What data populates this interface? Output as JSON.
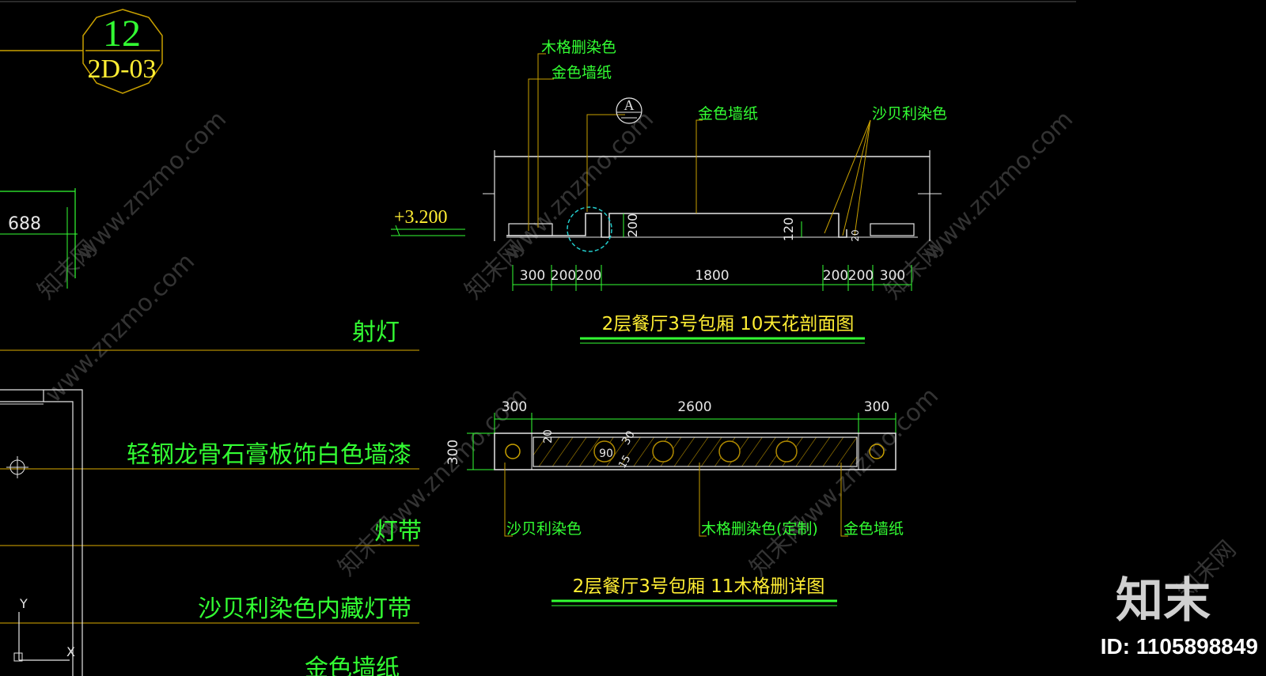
{
  "colors": {
    "background": "#000000",
    "green_text": "#33ff33",
    "yellow_text": "#ffee33",
    "white_line": "#e6e6e6",
    "gold_line": "#c8a000",
    "watermark": "#3a3a3a",
    "cyan": "#22cccc"
  },
  "sheet_tag": {
    "number": "12",
    "code": "2D-03"
  },
  "left_dimension": "688",
  "left_labels": {
    "spotlight": "射灯",
    "gypsum": "轻钢龙骨石膏板饰白色墙漆",
    "light_strip": "灯带",
    "sapele_strip": "沙贝利染色内藏灯带",
    "gold_wallpaper": "金色墙纸"
  },
  "axis": {
    "y": "Y",
    "x": "X"
  },
  "section": {
    "callouts": {
      "wood_grille": "木格删染色",
      "gold_wallpaper_1": "金色墙纸",
      "gold_wallpaper_2": "金色墙纸",
      "sapele": "沙贝利染色"
    },
    "detail_marker": "A",
    "level": "+3.200",
    "dim_200_vertical": "200",
    "dim_120_vertical": "120",
    "dim_20_small": "20",
    "dims": [
      "300",
      "200",
      "200",
      "1800",
      "200",
      "200",
      "300"
    ],
    "title": "2层餐厅3号包厢  10天花剖面图"
  },
  "detail": {
    "dims_top": [
      "300",
      "2600",
      "300"
    ],
    "dim_left": "300",
    "dim_20": "20",
    "dim_30": "30",
    "dim_90": "90",
    "dim_15": "15",
    "callouts": {
      "sapele": "沙贝利染色",
      "wood_grille": "木格删染色(定制)",
      "gold_wallpaper": "金色墙纸"
    },
    "title": "2层餐厅3号包厢  11木格删详图"
  },
  "watermark": {
    "site": "www.znzmo.com",
    "brand": "知末网",
    "logo": "知末",
    "id": "ID: 1105898849"
  }
}
